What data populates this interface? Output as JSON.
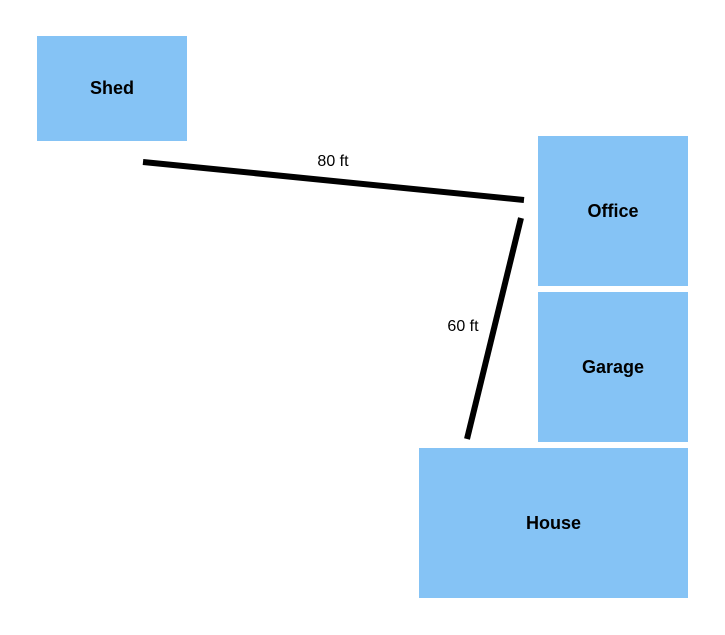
{
  "buildings": {
    "shed": {
      "label": "Shed"
    },
    "office": {
      "label": "Office"
    },
    "garage": {
      "label": "Garage"
    },
    "house": {
      "label": "House"
    }
  },
  "connections": {
    "shed_office": {
      "label": "80 ft"
    },
    "office_house": {
      "label": "60 ft"
    }
  },
  "colors": {
    "building_fill": "#85C3F5",
    "line": "#000000",
    "background": "#FFFFFF"
  }
}
